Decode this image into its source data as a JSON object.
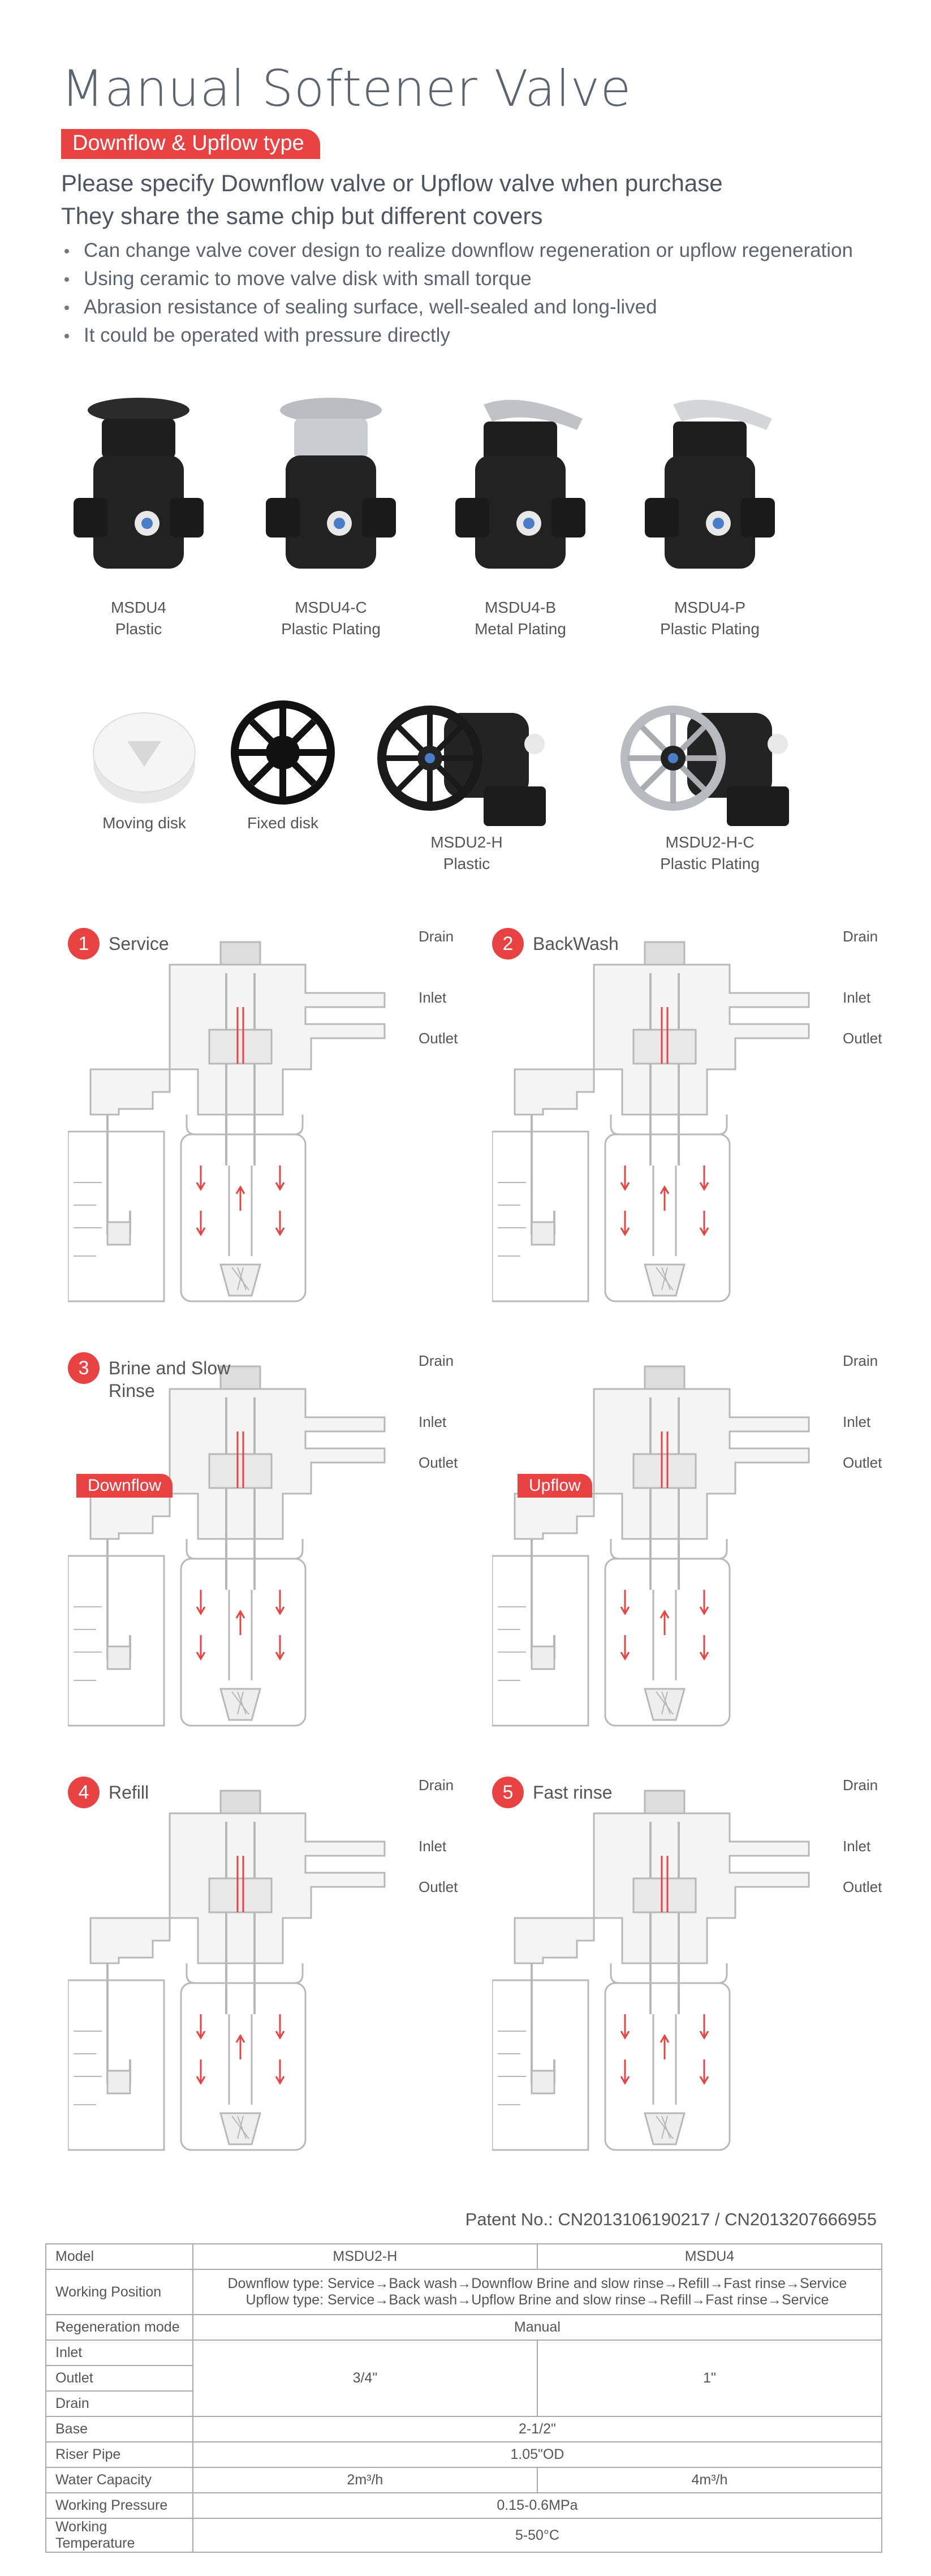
{
  "title": "Manual Softener Valve",
  "tag": "Downflow & Upflow type",
  "lead": [
    "Please specify Downflow valve or Upflow valve when purchase",
    "They share the same chip but different covers"
  ],
  "bullets": [
    "Can change valve cover design to realize downflow regeneration or upflow regeneration",
    "Using ceramic to move valve disk with small torque",
    "Abrasion resistance of sealing surface, well-sealed and long-lived",
    "It could be operated with pressure directly"
  ],
  "products_row1": [
    {
      "model": "MSDU4",
      "material": "Plastic",
      "icon": "lever-valve-icon"
    },
    {
      "model": "MSDU4-C",
      "material": "Plastic Plating",
      "icon": "lever-valve-icon"
    },
    {
      "model": "MSDU4-B",
      "material": "Metal Plating",
      "icon": "lever-valve-icon"
    },
    {
      "model": "MSDU4-P",
      "material": "Plastic Plating",
      "icon": "lever-valve-icon"
    }
  ],
  "products_row2": [
    {
      "model": "Moving disk",
      "material": "",
      "icon": "ceramic-disk-icon"
    },
    {
      "model": "Fixed disk",
      "material": "",
      "icon": "fixed-disk-icon"
    },
    {
      "model": "MSDU2-H",
      "material": "Plastic",
      "icon": "handwheel-valve-icon"
    },
    {
      "model": "MSDU2-H-C",
      "material": "Plastic Plating",
      "icon": "handwheel-valve-icon"
    }
  ],
  "labels": {
    "drain": "Drain",
    "inlet": "Inlet",
    "outlet": "Outlet"
  },
  "diagrams": [
    {
      "num": "1",
      "name": "Service"
    },
    {
      "num": "2",
      "name": "BackWash"
    },
    {
      "num": "3",
      "name": "Brine and Slow Rinse",
      "flow": "Downflow"
    },
    {
      "num": "",
      "name": "",
      "flow": "Upflow"
    },
    {
      "num": "4",
      "name": "Refill"
    },
    {
      "num": "5",
      "name": "Fast rinse"
    }
  ],
  "patent": "Patent No.: CN2013106190217 / CN2013207666955",
  "table": {
    "model": {
      "label": "Model",
      "a": "MSDU2-H",
      "b": "MSDU4"
    },
    "working_position": {
      "label": "Working Position",
      "line1": "Downflow type: Service→Back wash→Downflow Brine and slow rinse→Refill→Fast rinse→Service",
      "line2": "Upflow type: Service→Back wash→Upflow Brine and slow rinse→Refill→Fast rinse→Service"
    },
    "regeneration": {
      "label": "Regeneration mode",
      "value": "Manual"
    },
    "inlet": "Inlet",
    "outlet": "Outlet",
    "drain": "Drain",
    "port_a": "3/4\"",
    "port_b": "1\"",
    "base": {
      "label": "Base",
      "value": "2-1/2\""
    },
    "riser": {
      "label": "Riser Pipe",
      "value": "1.05\"OD"
    },
    "capacity": {
      "label": "Water Capacity",
      "a": "2m³/h",
      "b": "4m³/h"
    },
    "pressure": {
      "label": "Working Pressure",
      "value": "0.15-0.6MPa"
    },
    "temperature": {
      "label": "Working Temperature",
      "value": "5-50°C"
    }
  },
  "colors": {
    "accent": "#e94242",
    "text": "#555555",
    "title": "#5b6470"
  }
}
